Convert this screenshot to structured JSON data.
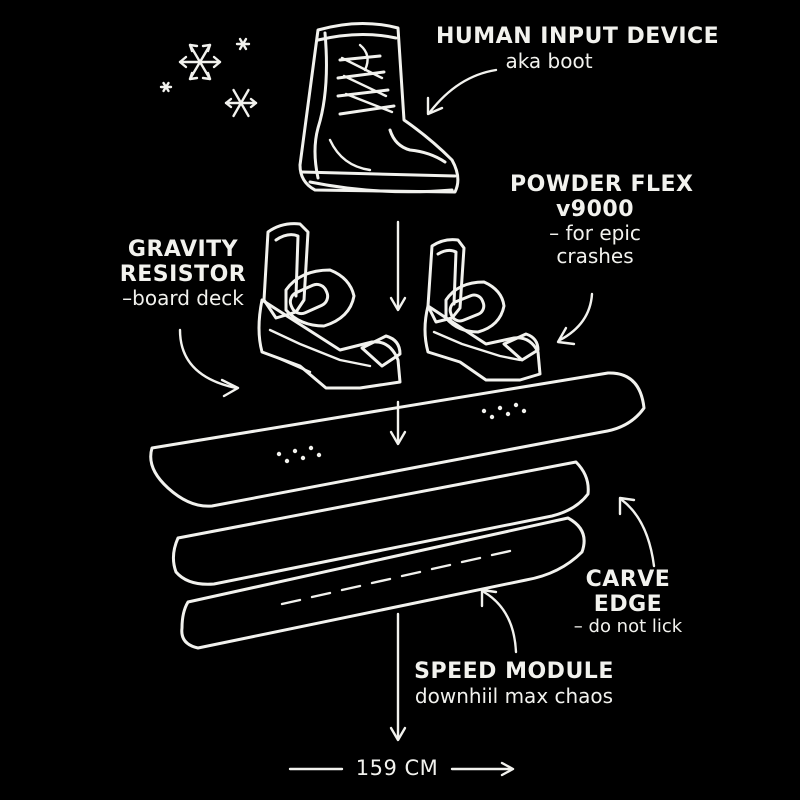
{
  "labels": {
    "boot": {
      "title": "HUMAN INPUT DEVICE",
      "subtitle": "aka boot"
    },
    "bindings": {
      "title_line1": "POWDER FLEX",
      "title_line2": "v9000",
      "subtitle_line1": "– for epic",
      "subtitle_line2": "crashes"
    },
    "deck": {
      "title_line1": "GRAVITY",
      "title_line2": "RESISTOR",
      "subtitle": "–board deck"
    },
    "edge": {
      "title_line1": "CARVE",
      "title_line2": "EDGE",
      "subtitle": "– do not lick"
    },
    "base": {
      "title": "SPEED MODULE",
      "subtitle": "downhiil max chaos"
    },
    "length": "159 CM"
  },
  "icons": [
    "snowflake-icon",
    "snowflake-icon",
    "star-icon"
  ],
  "colors": {
    "background": "#000000",
    "line": "#f2f2ee"
  }
}
